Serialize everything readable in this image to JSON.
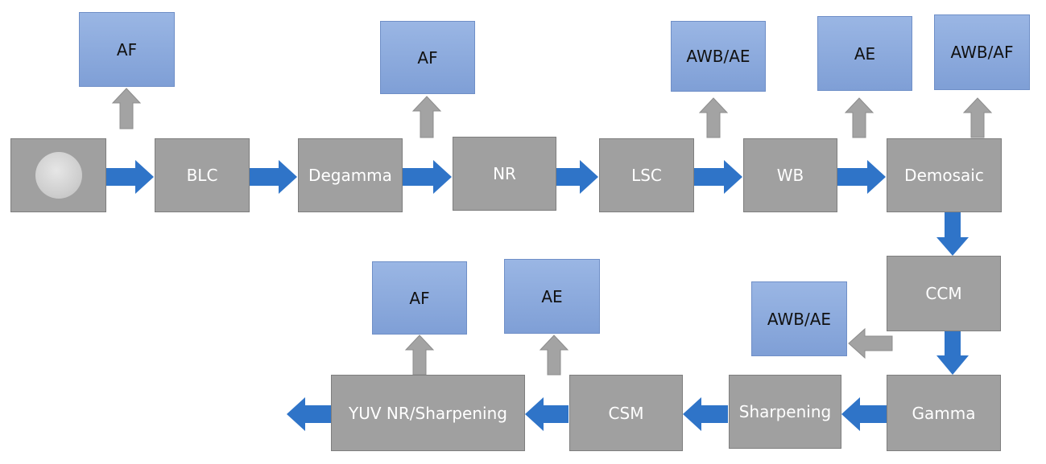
{
  "colors": {
    "stage_fill": "#a0a0a0",
    "stat_fill": "#8aa9dd",
    "flow_arrow": "#2f74c8",
    "stat_arrow": "#a3a3a3"
  },
  "icons": {
    "sensor": "lens-circle-icon"
  },
  "stages": {
    "blc": "BLC",
    "degamma": "Degamma",
    "nr": "NR",
    "lsc": "LSC",
    "wb": "WB",
    "demosaic": "Demosaic",
    "ccm": "CCM",
    "gamma": "Gamma",
    "sharpening": "Sharpening",
    "csm": "CSM",
    "yuv_nr": "YUV NR/Sharpening"
  },
  "stats": {
    "blc": "AF",
    "nr": "AF",
    "lsc": "AWB/AE",
    "wb": "AE",
    "demosaic": "AWB/AF",
    "ccm": "AWB/AE",
    "csm": "AE",
    "yuv_nr": "AF"
  }
}
